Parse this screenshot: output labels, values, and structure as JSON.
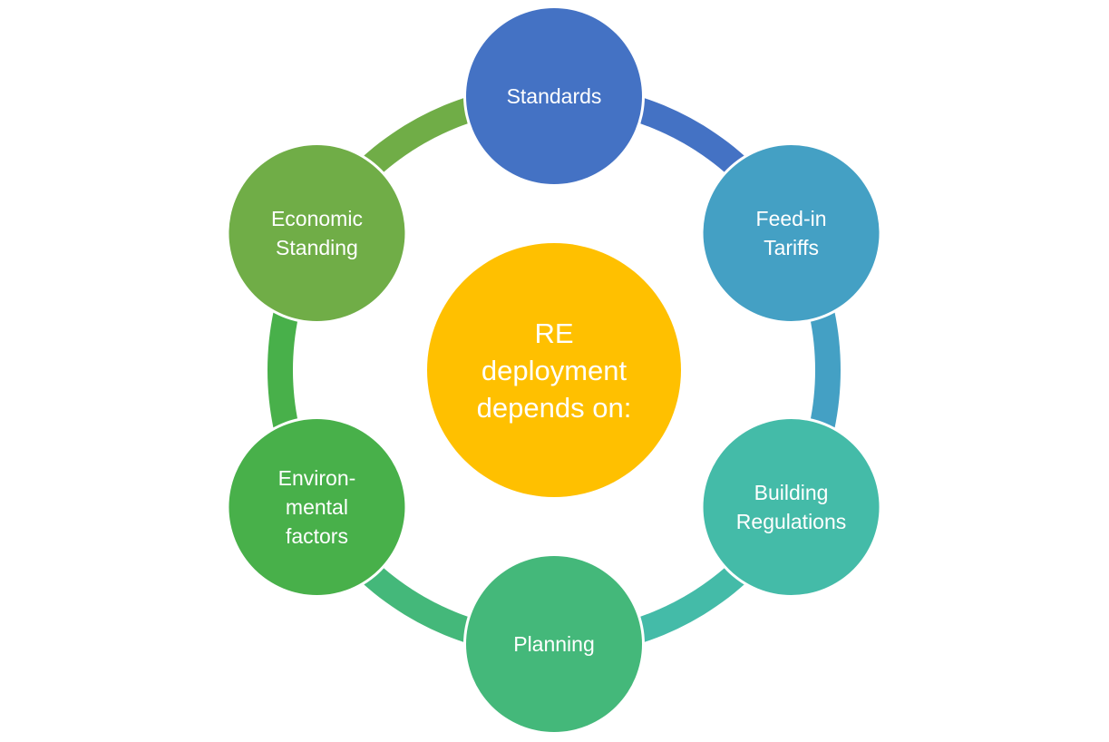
{
  "center": {
    "label_lines": [
      "RE",
      "deployment",
      "depends on:"
    ],
    "color": "#FFC000"
  },
  "nodes": [
    {
      "id": "standards",
      "label_lines": [
        "Standards"
      ],
      "color": "#4472C4"
    },
    {
      "id": "feed-in-tariffs",
      "label_lines": [
        "Feed-in",
        "Tariffs"
      ],
      "color": "#44A0C4"
    },
    {
      "id": "building-regulations",
      "label_lines": [
        "Building",
        "Regulations"
      ],
      "color": "#44BBA8"
    },
    {
      "id": "planning",
      "label_lines": [
        "Planning"
      ],
      "color": "#44B87A"
    },
    {
      "id": "environmental-factors",
      "label_lines": [
        "Environ-",
        "mental",
        "factors"
      ],
      "color": "#48B04A"
    },
    {
      "id": "economic-standing",
      "label_lines": [
        "Economic",
        "Standing"
      ],
      "color": "#70AD47"
    }
  ]
}
